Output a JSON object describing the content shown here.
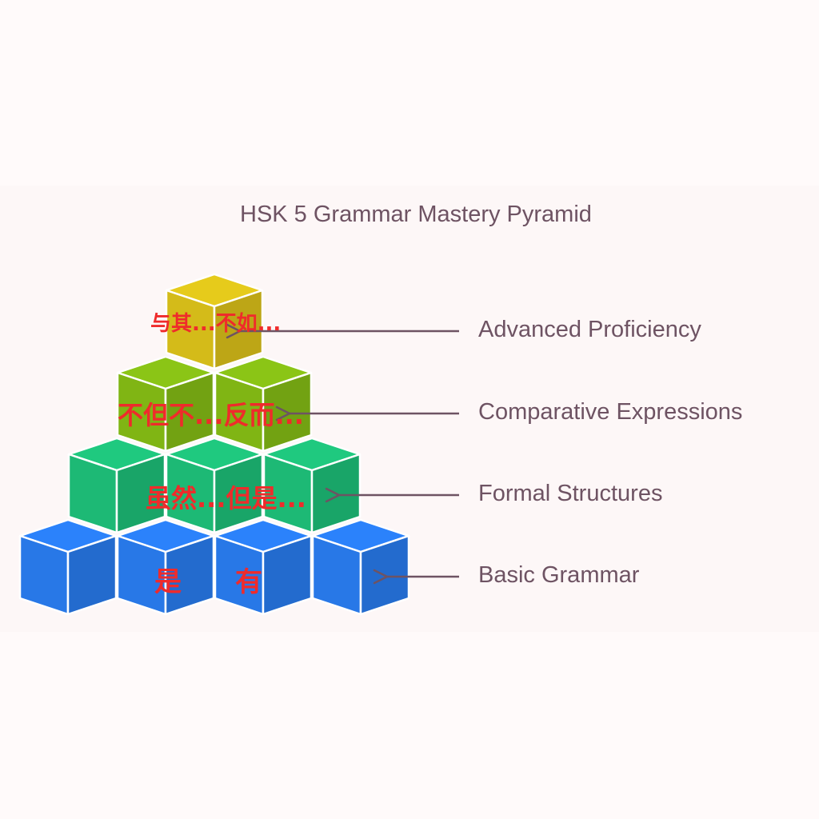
{
  "title": "HSK 5 Grammar Mastery Pyramid",
  "tiers": [
    {
      "label": "Advanced Proficiency",
      "overlay": "与其...不如...",
      "color": "#e6cb1b"
    },
    {
      "label": "Comparative Expressions",
      "overlay": "不但不...反而...",
      "color": "#8bc516"
    },
    {
      "label": "Formal Structures",
      "overlay": "虽然...但是...",
      "color": "#1fc97f"
    },
    {
      "label": "Basic Grammar",
      "overlay_left": "是",
      "overlay_right": "有",
      "color": "#2b82fb"
    }
  ],
  "colors": {
    "arrow": "#6e5363",
    "label_text": "#6e5363",
    "overlay_text": "#ef2b2b",
    "cube_edge": "#ffffff"
  }
}
